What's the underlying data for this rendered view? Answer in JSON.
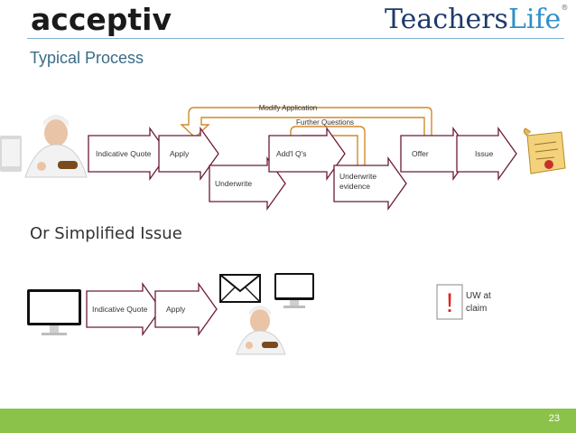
{
  "header": {
    "brand_left": "acceptiv",
    "brand_right_main": "Teachers",
    "brand_right_accent": "Life",
    "brand_right_mark": "®"
  },
  "section1": {
    "title": "Typical Process",
    "steps": [
      {
        "id": "indicative-quote",
        "label": "Indicative Quote"
      },
      {
        "id": "apply",
        "label": "Apply"
      },
      {
        "id": "underwrite",
        "label": "Underwrite"
      },
      {
        "id": "addl-qs",
        "label": "Add'l Q's"
      },
      {
        "id": "underwrite-evidence",
        "label_line1": "Underwrite",
        "label_line2": "evidence"
      },
      {
        "id": "offer",
        "label": "Offer"
      },
      {
        "id": "issue",
        "label": "Issue"
      }
    ],
    "loops": {
      "modify_application": "Modify Application",
      "further_questions": "Further Questions"
    }
  },
  "section2": {
    "title": "Or Simplified Issue",
    "steps": [
      {
        "id": "indicative-quote",
        "label": "Indicative Quote"
      },
      {
        "id": "apply",
        "label": "Apply"
      }
    ],
    "uw_line1": "UW at",
    "uw_line2": "claim",
    "alert_glyph": "!"
  },
  "footer": {
    "page_number": "23",
    "bar_color": "#8bc34a"
  },
  "colors": {
    "arrow_border": "#6b1a3a",
    "loop_border": "#d08a2a",
    "alert": "#e2231a"
  }
}
